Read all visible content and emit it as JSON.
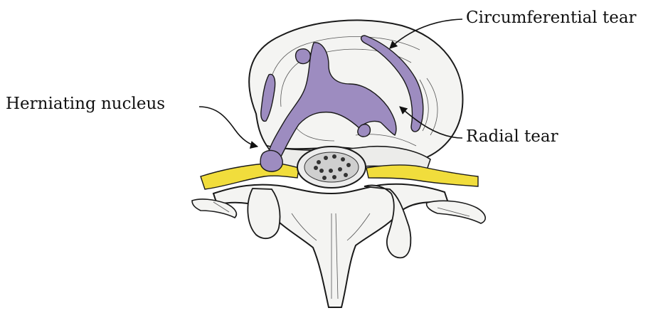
{
  "labels": {
    "circumferential": "Circumferential tear",
    "herniating": "Herniating nucleus",
    "radial": "Radial tear"
  },
  "colors": {
    "tear": "#9d8cc0",
    "nerve": "#f1dd3c",
    "bone": "#f4f4f2",
    "ink": "#1a1a1a"
  }
}
